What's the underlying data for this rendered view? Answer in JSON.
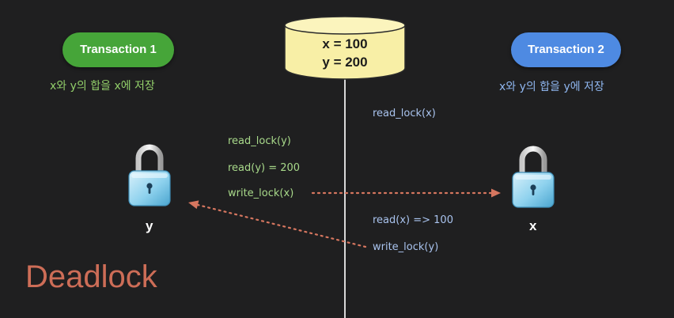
{
  "transaction1": {
    "label": "Transaction 1",
    "caption": "x와 y의 합을 x에 저장",
    "color": "#46a539"
  },
  "transaction2": {
    "label": "Transaction 2",
    "caption": "x와 y의 합을 y에 저장",
    "color": "#4e8ae2"
  },
  "database": {
    "line1": "x = 100",
    "line2": "y = 200",
    "color": "#f8efa6"
  },
  "operations": {
    "t2_read_lock_x": "read_lock(x)",
    "t1_read_lock_y": "read_lock(y)",
    "t1_read_y": "read(y) = 200",
    "t1_write_lock_x": "write_lock(x)",
    "t2_read_x": "read(x) => 100",
    "t2_write_lock_y": "write_lock(y)"
  },
  "locks": {
    "left_label": "y",
    "right_label": "x",
    "icon": "padlock-icon"
  },
  "arrows": {
    "color": "#d6765f"
  },
  "title": "Deadlock"
}
